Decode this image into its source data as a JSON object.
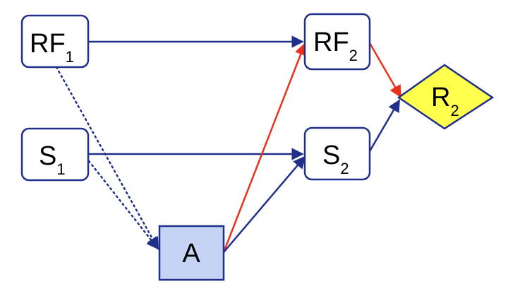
{
  "nodes": {
    "rf1": {
      "label": "RF",
      "subscript": "1"
    },
    "s1": {
      "label": "S",
      "subscript": "1"
    },
    "rf2": {
      "label": "RF",
      "subscript": "2"
    },
    "s2": {
      "label": "S",
      "subscript": "2"
    },
    "r2": {
      "label": "R",
      "subscript": "2"
    },
    "a": {
      "label": "A"
    }
  },
  "colors": {
    "stroke_blue": "#1f2f8a",
    "red_edge": "#e8321e",
    "action_fill": "#c5d3f5",
    "diamond_fill": "#ffff4d"
  }
}
